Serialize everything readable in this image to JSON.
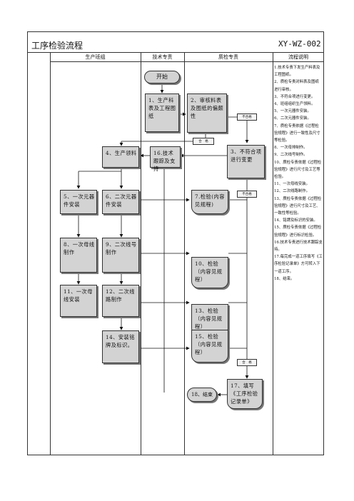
{
  "header": {
    "title": "工序检验流程",
    "code": "XY-WZ-002"
  },
  "columns": [
    "生产班组",
    "技术专责",
    "质检专责",
    "流程说明"
  ],
  "nodes": {
    "start": "开始",
    "n1": "1、生产科表及工程图纸",
    "n2": "2、审核料表及图纸的偏颇性",
    "n3": "3、不符合项进行变更",
    "n4": "4、生产领料",
    "n16": "16.技术跟踪及支持",
    "n5": "5、一次元器件安装",
    "n6": "6、二次元器件安装",
    "n7": "7.检验(内容见规程)",
    "n8": "8、一次母线制作",
    "n9": "9、二次线号制作",
    "n10": "10、检验（内容见规程）",
    "n11": "11、一次母线安装",
    "n12": "12、二次线路制作",
    "n13": "13、检验（内容见规程）",
    "n14": "14、安装铭牌及标识。",
    "n15": "15、检验（内容见规程）",
    "n17": "17、填写《工序检验记录单》",
    "n18": "18、结束"
  },
  "tags": {
    "reject1": "不合格",
    "pass1": "合　格",
    "reject2": "不合格",
    "pass2": "合　格"
  },
  "notes": [
    "1.技术专责下发生产料表及工程图纸。",
    "2、质检专责对料表及图纸进行审核。",
    "3、不符合项进行变更。",
    "4、班组组织生产领料。",
    "5、一次元器件安装。",
    "6、二次元器件安装。",
    "7、质检专责依据《过程检验规程》进行一致性及尺寸等检验。",
    "8、一次母排制作。",
    "9、二次线号制作。",
    "10、质检专责依据《过程检验规程》进行尺寸及工艺等检验。",
    "11、一次母线安装。",
    "12、二次线路制作。",
    "13、质检专责依据《过程检验规程》进行尺寸及工艺、一致性等检验。",
    "14、铭牌及标识的安装。",
    "15、质检专责依据《过程检验规程》进行标识检验。",
    "16.技术专责进行技术跟踪支持。",
    "17.每完成一道工序填写《工序检验记录单》方可转入下一道工序。",
    "18、结束。"
  ]
}
